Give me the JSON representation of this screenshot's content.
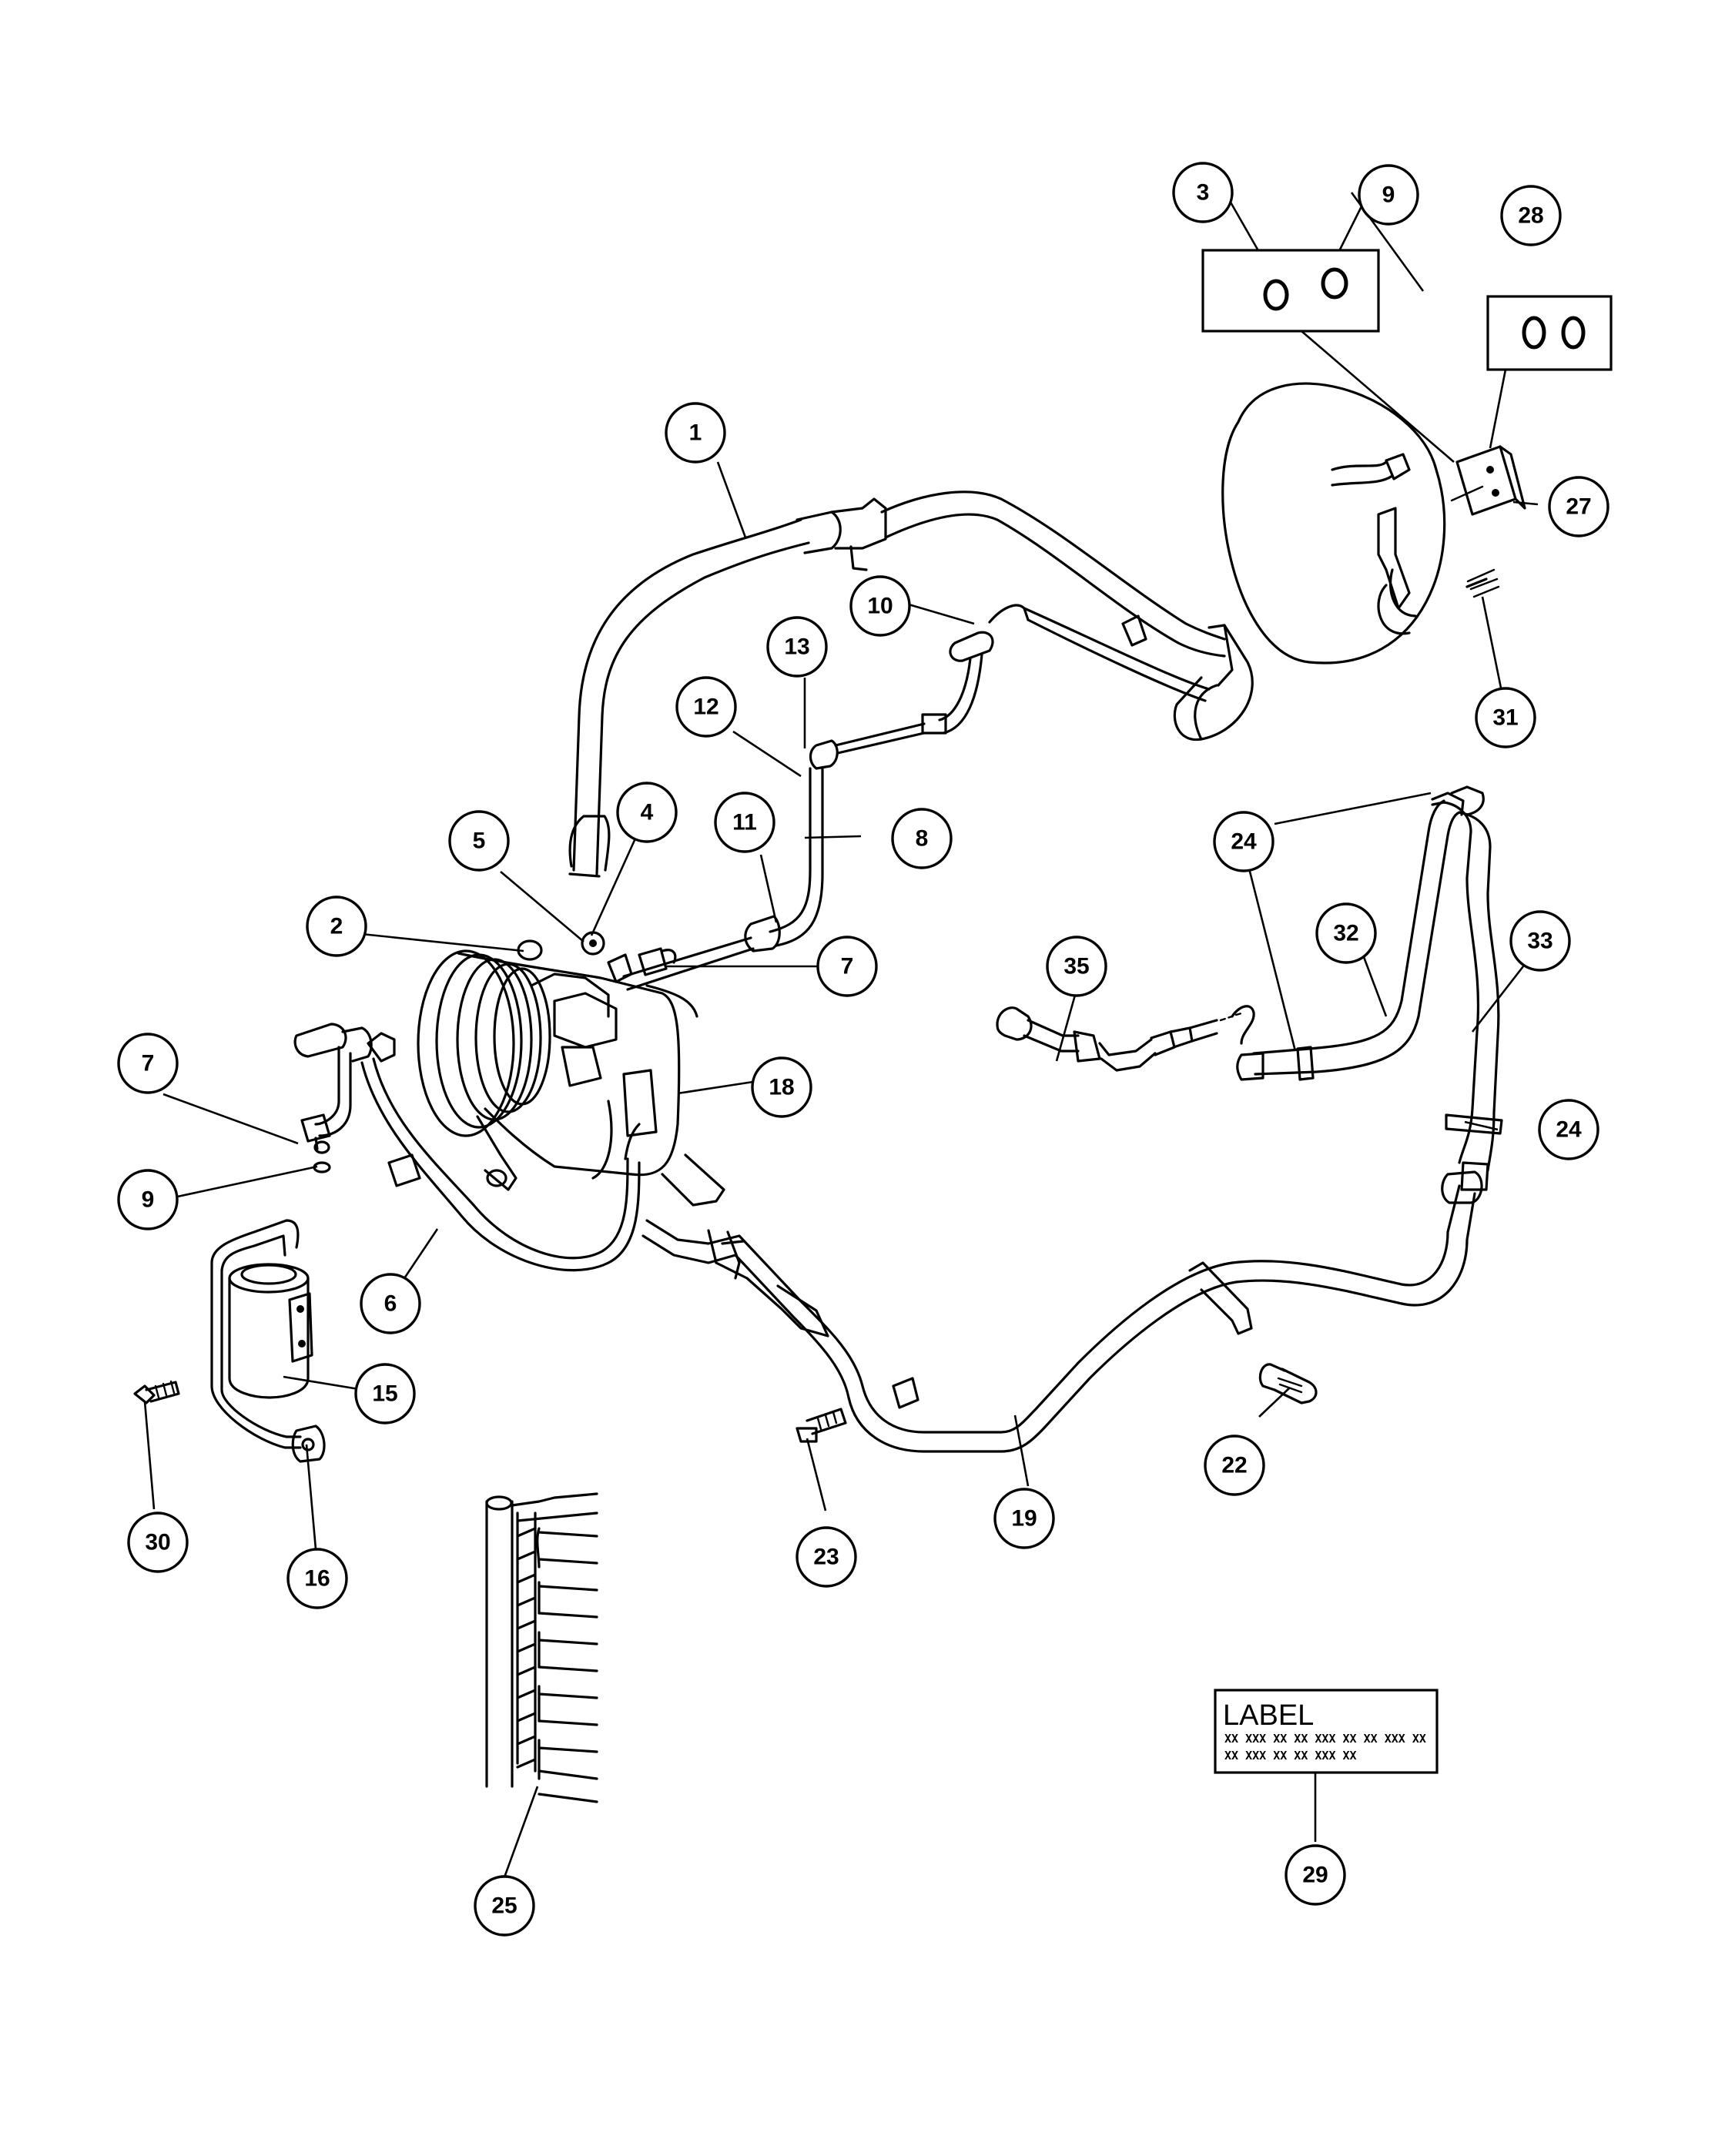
{
  "callouts": [
    {
      "id": "c1",
      "label": "1"
    },
    {
      "id": "c2",
      "label": "2"
    },
    {
      "id": "c3",
      "label": "3"
    },
    {
      "id": "c4",
      "label": "4"
    },
    {
      "id": "c5",
      "label": "5"
    },
    {
      "id": "c6",
      "label": "6"
    },
    {
      "id": "c7a",
      "label": "7"
    },
    {
      "id": "c7b",
      "label": "7"
    },
    {
      "id": "c8",
      "label": "8"
    },
    {
      "id": "c9a",
      "label": "9"
    },
    {
      "id": "c9b",
      "label": "9"
    },
    {
      "id": "c10",
      "label": "10"
    },
    {
      "id": "c11",
      "label": "11"
    },
    {
      "id": "c12",
      "label": "12"
    },
    {
      "id": "c13",
      "label": "13"
    },
    {
      "id": "c15",
      "label": "15"
    },
    {
      "id": "c16",
      "label": "16"
    },
    {
      "id": "c18",
      "label": "18"
    },
    {
      "id": "c19",
      "label": "19"
    },
    {
      "id": "c22",
      "label": "22"
    },
    {
      "id": "c23",
      "label": "23"
    },
    {
      "id": "c24a",
      "label": "24"
    },
    {
      "id": "c24b",
      "label": "24"
    },
    {
      "id": "c25",
      "label": "25"
    },
    {
      "id": "c27",
      "label": "27"
    },
    {
      "id": "c28",
      "label": "28"
    },
    {
      "id": "c29",
      "label": "29"
    },
    {
      "id": "c30",
      "label": "30"
    },
    {
      "id": "c31",
      "label": "31"
    },
    {
      "id": "c32",
      "label": "32"
    },
    {
      "id": "c33",
      "label": "33"
    },
    {
      "id": "c35",
      "label": "35"
    }
  ],
  "label_card": {
    "title": "LABEL",
    "line1": "XX XXX XX XX XXX XX XX XXX XX",
    "line2": "XX XXX XX XX XXX XX"
  }
}
